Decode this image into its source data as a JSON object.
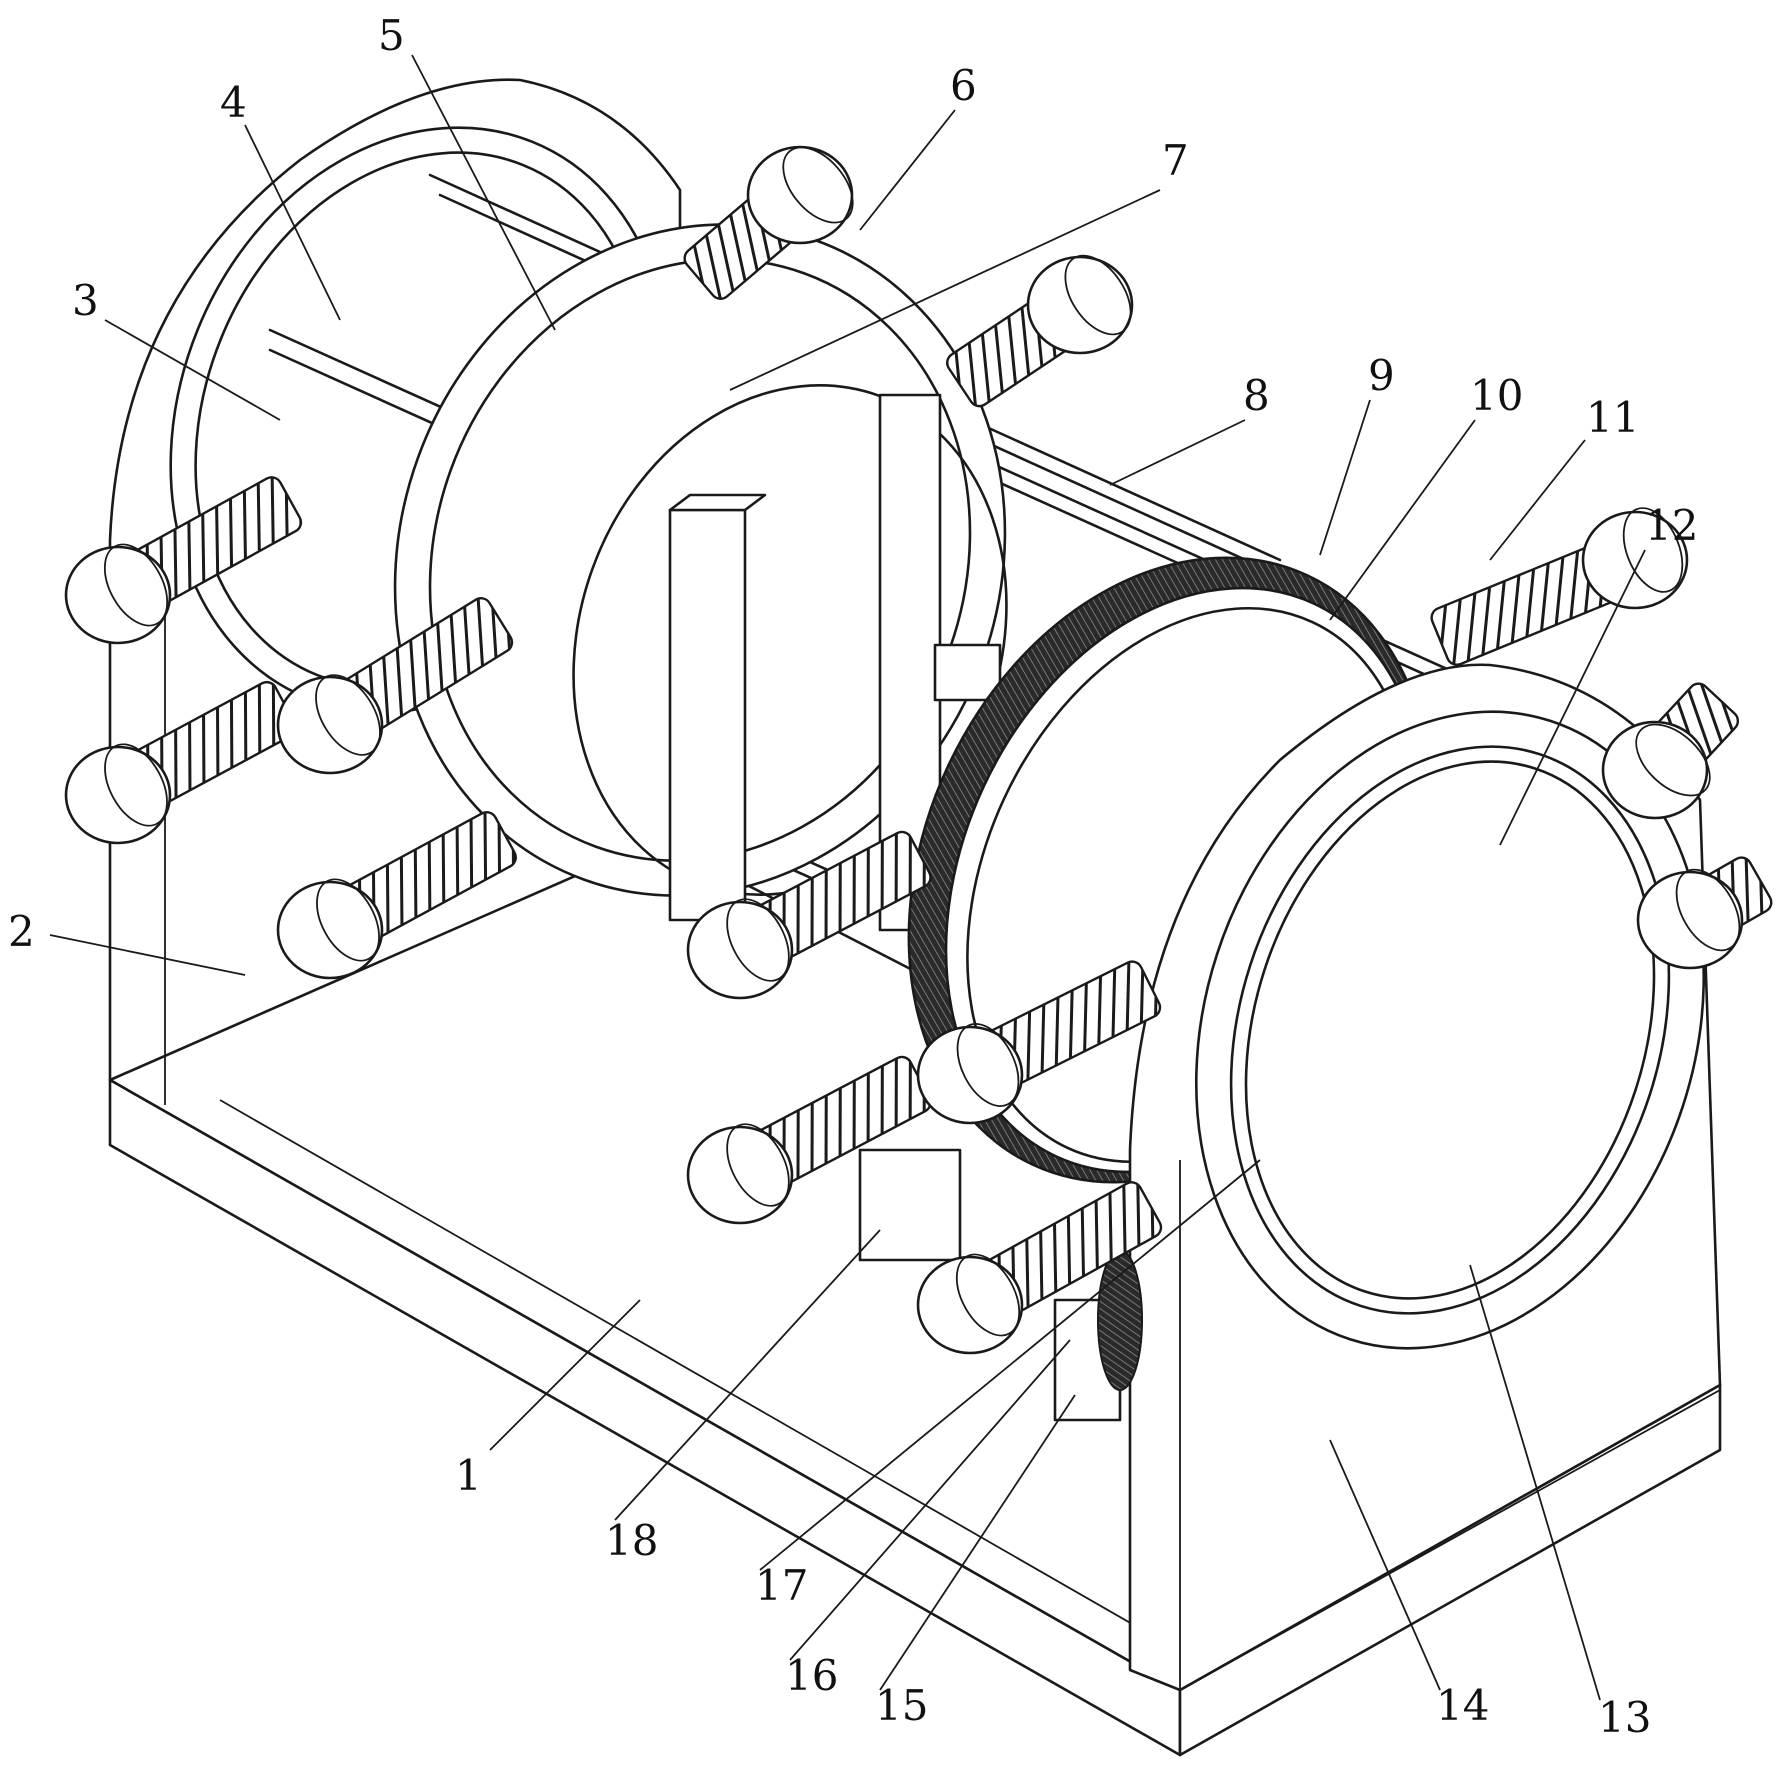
{
  "colors": {
    "line": "#1a1a1a",
    "paper": "#ffffff",
    "gear_band": "#222222"
  },
  "labels": [
    "1",
    "2",
    "3",
    "4",
    "5",
    "6",
    "7",
    "8",
    "9",
    "10",
    "11",
    "12",
    "13",
    "14",
    "15",
    "16",
    "17",
    "18"
  ]
}
